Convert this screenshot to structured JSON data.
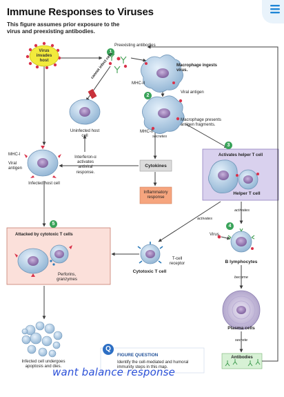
{
  "title": "Immune Responses to Viruses",
  "subtitle": "This figure assumes prior exposure to the virus and preexisting antibodies.",
  "diagram": {
    "virus_invades_host": "Virus invades host",
    "preexisting_antibodies": "Preexisting antibodies",
    "cannot_infect_cells": "cannot infect cells",
    "macrophage_ingests": "Macrophage ingests virus.",
    "mhc_ii": "MHC-II",
    "viral_antigen": "Viral antigen",
    "macrophage_presents": "Macrophage presents antigen fragments.",
    "mhc_ii_2": "MHC-II",
    "secretes": "secretes",
    "uninfected_host_cell": "Uninfected host cell",
    "mhc_i": "MHC-I",
    "viral_antigen_left": "Viral antigen",
    "interferon": "Interferon-α activates antiviral response.",
    "infected_host_cell": "Infected host cell",
    "cytokines": "Cytokines",
    "inflammatory_response": "Inflammatory response",
    "activates_helper": "Activates helper T cell",
    "helper_t_cell": "Helper T cell",
    "activates_1": "activates",
    "activates_2": "activates",
    "virus": "Virus",
    "attacked_by_cytotoxic": "Attacked by cytotoxic T cells",
    "perforins": "Perforins, granzymes",
    "t_cell_receptor": "T-cell receptor",
    "cytotoxic_t_cell": "Cytotoxic T cell",
    "b_lymphocytes": "B lymphocytes",
    "become": "become",
    "plasma_cells": "Plasma cells",
    "secrete": "secrete",
    "antibodies": "Antibodies",
    "infected_cell_dies": "Infected cell undergoes apoptosis and dies.",
    "figure_question_title": "FIGURE QUESTION",
    "figure_question_text": "Identify the cell-mediated and humoral immunity steps in this map.",
    "fq_icon": "Q",
    "steps": [
      "1",
      "2",
      "3",
      "4",
      "5"
    ]
  },
  "annotation": "want balance response",
  "colors": {
    "arrow": "#3c3c3c",
    "helper_box": "#d9d1ee",
    "attack_box": "#fbe0da",
    "cytokines_box": "#dcdcdc",
    "inflammatory_box": "#f6a57e",
    "antibodies_box": "#d7f1d5",
    "virus_yellow": "#f2ea3c",
    "step_badge": "#3aa35a",
    "handwriting": "#2b50d8"
  },
  "icons": [
    "menu-icon",
    "figure-question-icon"
  ]
}
